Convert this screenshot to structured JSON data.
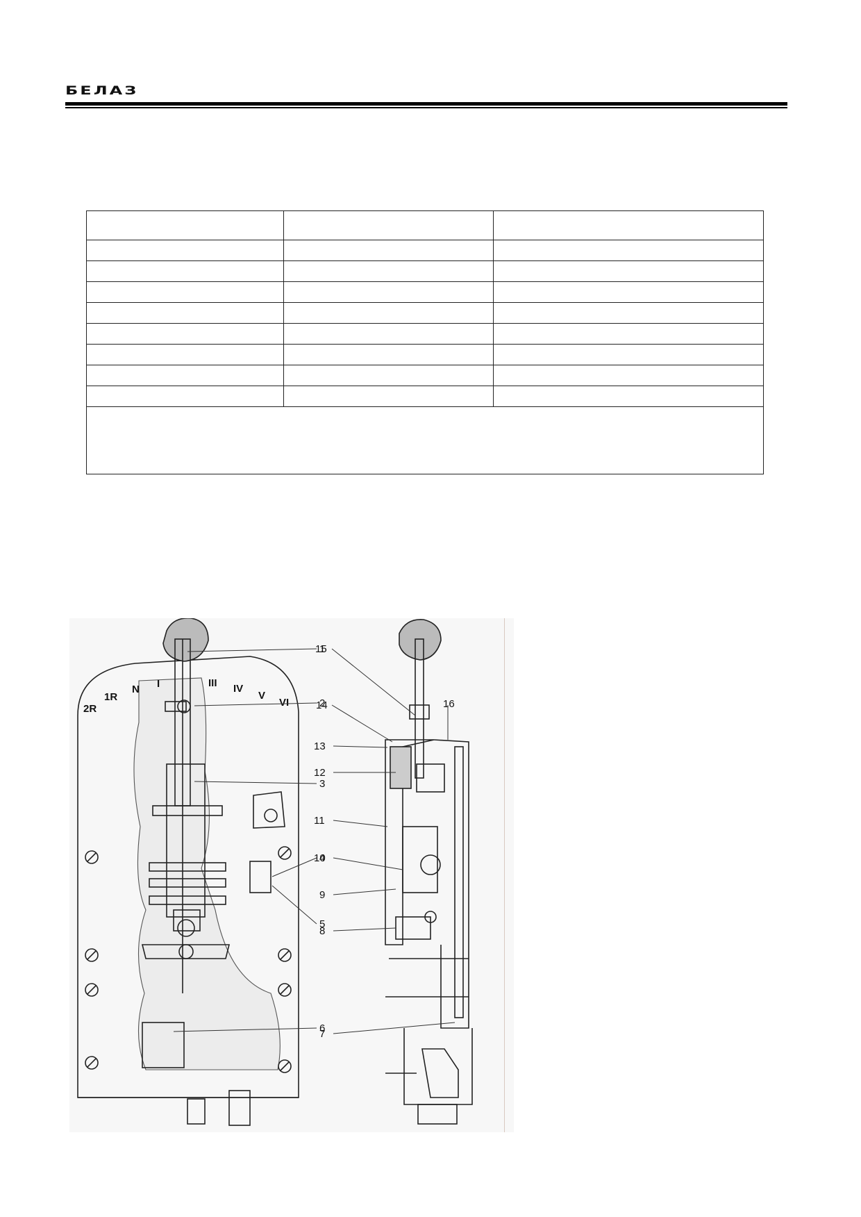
{
  "header": {
    "brand": "БЕЛАЗ"
  },
  "spec_table": {
    "header": [
      "",
      "",
      ""
    ],
    "rows": [
      [
        "",
        "",
        ""
      ],
      [
        "",
        "",
        ""
      ],
      [
        "",
        "",
        ""
      ],
      [
        "",
        "",
        ""
      ],
      [
        "",
        "",
        ""
      ],
      [
        "",
        "",
        ""
      ],
      [
        "",
        "",
        ""
      ],
      [
        "",
        "",
        ""
      ]
    ],
    "footer": ""
  },
  "figure": {
    "gear_labels": [
      "2R",
      "1R",
      "N",
      "I",
      "III",
      "IV",
      "V",
      "VI"
    ],
    "callouts_left": [
      "1",
      "2",
      "3",
      "4",
      "5",
      "6"
    ],
    "callouts_right": [
      "15",
      "14",
      "16",
      "13",
      "12",
      "11",
      "10",
      "9",
      "8",
      "7"
    ]
  }
}
